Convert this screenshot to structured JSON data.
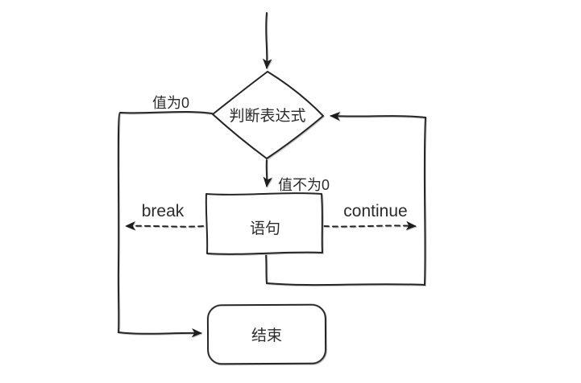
{
  "diagram": {
    "type": "flowchart",
    "nodes": {
      "condition": "判断表达式",
      "statement": "语句",
      "end": "结束"
    },
    "labels": {
      "value_zero": "值为0",
      "value_nonzero": "值不为0",
      "break_label": "break",
      "continue_label": "continue"
    },
    "colors": {
      "line": "#252525",
      "shadow": "#c6c6c6",
      "background": "#ffffff",
      "text": "#2b2b2b"
    }
  }
}
